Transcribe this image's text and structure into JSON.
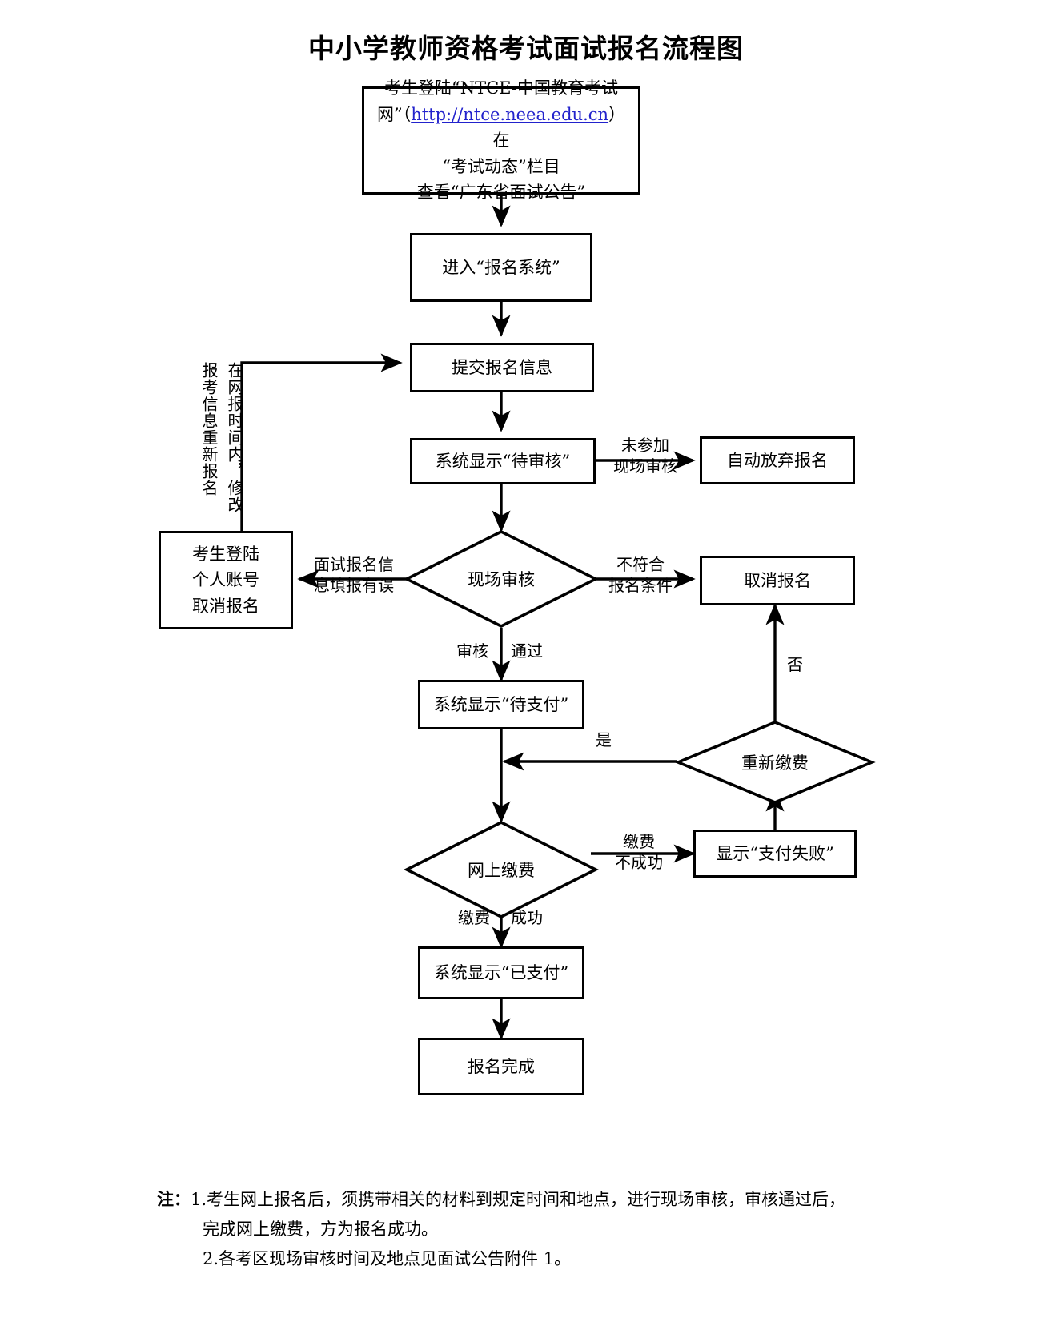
{
  "title": "中小学教师资格考试面试报名流程图",
  "nodes": {
    "login_site": {
      "line1": "考生登陆“NTCE-中国教育考试",
      "line2_pre": "网”（",
      "link": "http://ntce.neea.edu.cn",
      "line2_post": "）在",
      "line3": "“考试动态”栏目",
      "line4": "查看“广东省面试公告”"
    },
    "enter_system": "进入“报名系统”",
    "submit_info": "提交报名信息",
    "status_pending_review": "系统显示“待审核”",
    "auto_abandon": "自动放弃报名",
    "onsite_review": "现场审核",
    "cancel_by_candidate_l1": "考生登陆",
    "cancel_by_candidate_l2": "个人账号",
    "cancel_by_candidate_l3": "取消报名",
    "cancel_registration": "取消报名",
    "status_pending_payment": "系统显示“待支付”",
    "repay": "重新缴费",
    "online_payment": "网上缴费",
    "payment_failed": "显示“支付失败”",
    "status_paid": "系统显示“已支付”",
    "registration_complete": "报名完成"
  },
  "edge_labels": {
    "not_attend_review_l1": "未参加",
    "not_attend_review_l2": "现场审核",
    "info_error_l1": "面试报名信",
    "info_error_l2": "息填报有误",
    "not_qualified_l1": "不符合",
    "not_qualified_l2": "报名条件",
    "review_pass_left": "审核",
    "review_pass_right": "通过",
    "repay_yes": "是",
    "repay_no": "否",
    "pay_fail_l1": "缴费",
    "pay_fail_l2": "不成功",
    "pay_success_left": "缴费",
    "pay_success_right": "成功",
    "vertical_resubmit": "报考信息重新报名",
    "vertical_modify": "在网报时间内，修改"
  },
  "notes": {
    "head": "注：",
    "item1_num": "1.",
    "item1_line1": "考生网上报名后，须携带相关的材料到规定时间和地点，进行现场审核，审核通过后，",
    "item1_line2": "完成网上缴费，方为报名成功。",
    "item2": "2.各考区现场审核时间及地点见面试公告附件 1。"
  },
  "colors": {
    "stroke": "#000000",
    "background": "#ffffff",
    "link": "#2222cc"
  }
}
